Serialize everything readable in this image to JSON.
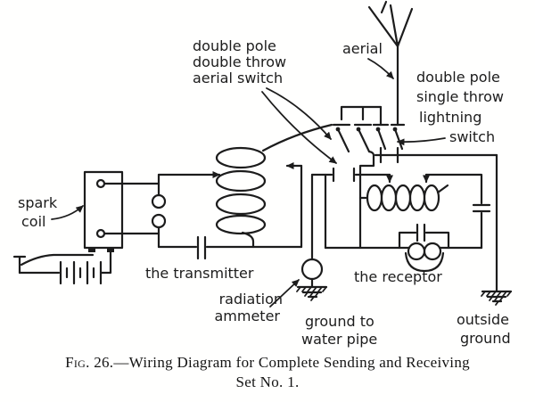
{
  "figure_caption": {
    "prefix": "Fig. 26.",
    "rest": "—Wiring Diagram for Complete Sending and Receiving",
    "line2": "Set No. 1."
  },
  "labels": {
    "aerial_switch_label": [
      "double pole",
      "double throw",
      "aerial switch"
    ],
    "aerial": "aerial",
    "lightning_switch_label": [
      "double pole",
      "single throw",
      "lightning",
      "switch"
    ],
    "spark_coil": [
      "spark",
      "coil"
    ],
    "transmitter": "the transmitter",
    "receptor": "the receptor",
    "radiation_ammeter": [
      "radiation",
      "ammeter"
    ],
    "ground_water": [
      "ground to",
      "water pipe"
    ],
    "outside_ground": [
      "outside",
      "ground"
    ]
  },
  "colors": {
    "ink": "#1c1c1c",
    "paper": "#ffffff"
  }
}
